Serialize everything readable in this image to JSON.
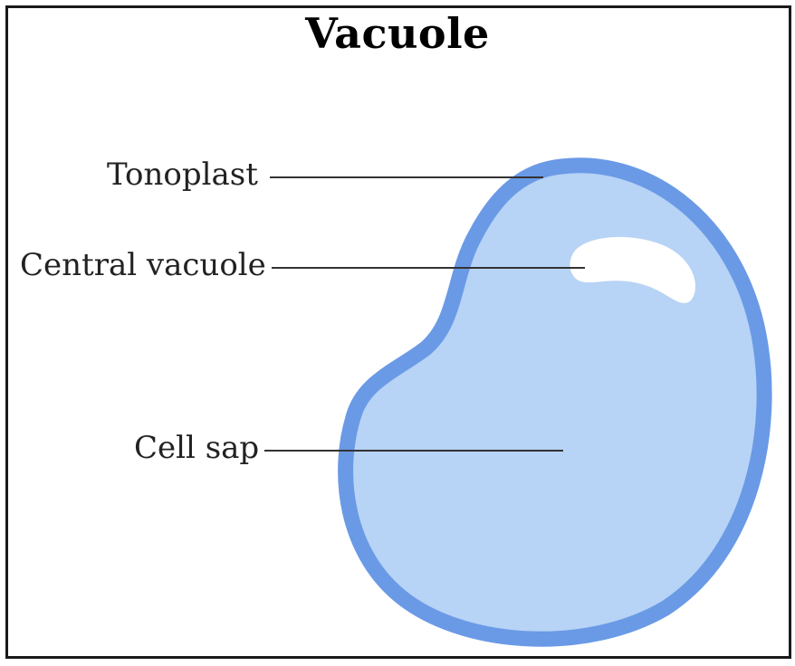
{
  "title": "Vacuole",
  "labels": {
    "tonoplast": "Tonoplast",
    "central_vacuole": "Central vacuole",
    "cell_sap": "Cell sap"
  },
  "colors": {
    "membrane": "#6a9ae6",
    "sap_fill": "#b7d3f5",
    "highlight": "#ffffff",
    "leader_line": "#333333",
    "border": "#1a1a1a"
  }
}
